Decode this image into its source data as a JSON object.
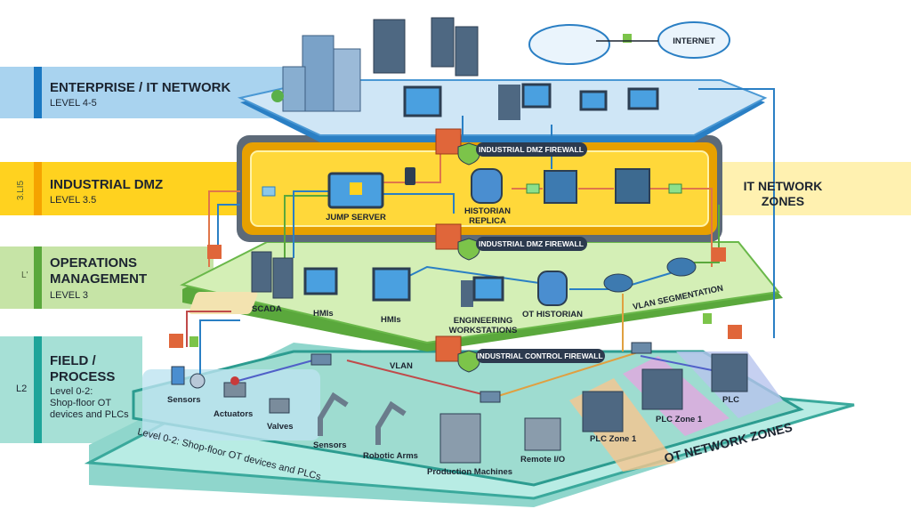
{
  "bands": [
    {
      "title": "ENTERPRISE / IT NETWORK",
      "subtitle": "LEVEL 4-5",
      "tag": "",
      "color": "#a9d3ef",
      "accent": "#1a78c2"
    },
    {
      "title": "INDUSTRIAL DMZ",
      "subtitle": "LEVEL 3.5",
      "tag": "3.LI5",
      "color": "#ffd21f",
      "accent": "#f5a300"
    },
    {
      "title_line1": "OPERATIONS",
      "title_line2": "MANAGEMENT",
      "subtitle": "LEVEL 3",
      "tag": "L'",
      "color": "#c6e4a6",
      "accent": "#5aa83c"
    },
    {
      "title_line1": "FIELD /",
      "title_line2": "PROCESS",
      "sub1": "Level 0-2:",
      "sub2": "Shop-floor OT",
      "sub3": "devices and PLCs",
      "tag": "L2",
      "color": "#a6e0d6",
      "accent": "#1ea59a"
    }
  ],
  "enterprise": {
    "internet": "INTERNET"
  },
  "dmz": {
    "jump_server": "JUMP SERVER",
    "historian_line1": "HISTORIAN",
    "historian_line2": "REPLICA"
  },
  "firewalls": {
    "dmz_top": "INDUSTRIAL DMZ FIREWALL",
    "dmz_bottom": "INDUSTRIAL DMZ FIREWALL",
    "control": "INDUSTRIAL CONTROL FIREWALL"
  },
  "it_zones": {
    "line1": "IT NETWORK",
    "line2": "ZONES"
  },
  "operations": {
    "scada": "SCADA",
    "hmi1": "HMIs",
    "hmi2": "HMIs",
    "eng_line1": "ENGINEERING",
    "eng_line2": "WORKSTATIONS",
    "ot_historian": "OT HISTORIAN",
    "vlan_seg": "VLAN SEGMENTATION"
  },
  "field": {
    "sensors1": "Sensors",
    "actuators": "Actuators",
    "valves": "Valves",
    "sensors2": "Sensors",
    "robotic_arms": "Robotic Arms",
    "production": "Production Machines",
    "remote_io": "Remote I/O",
    "plc_zone_a": "PLC Zone 1",
    "plc_zone_b": "PLC Zone 1",
    "plc": "PLC",
    "vlan": "VLAN",
    "footer": "Level 0-2: Shop-floor OT devices and PLCs",
    "ot_zones": "OT NETWORK ZONES"
  }
}
